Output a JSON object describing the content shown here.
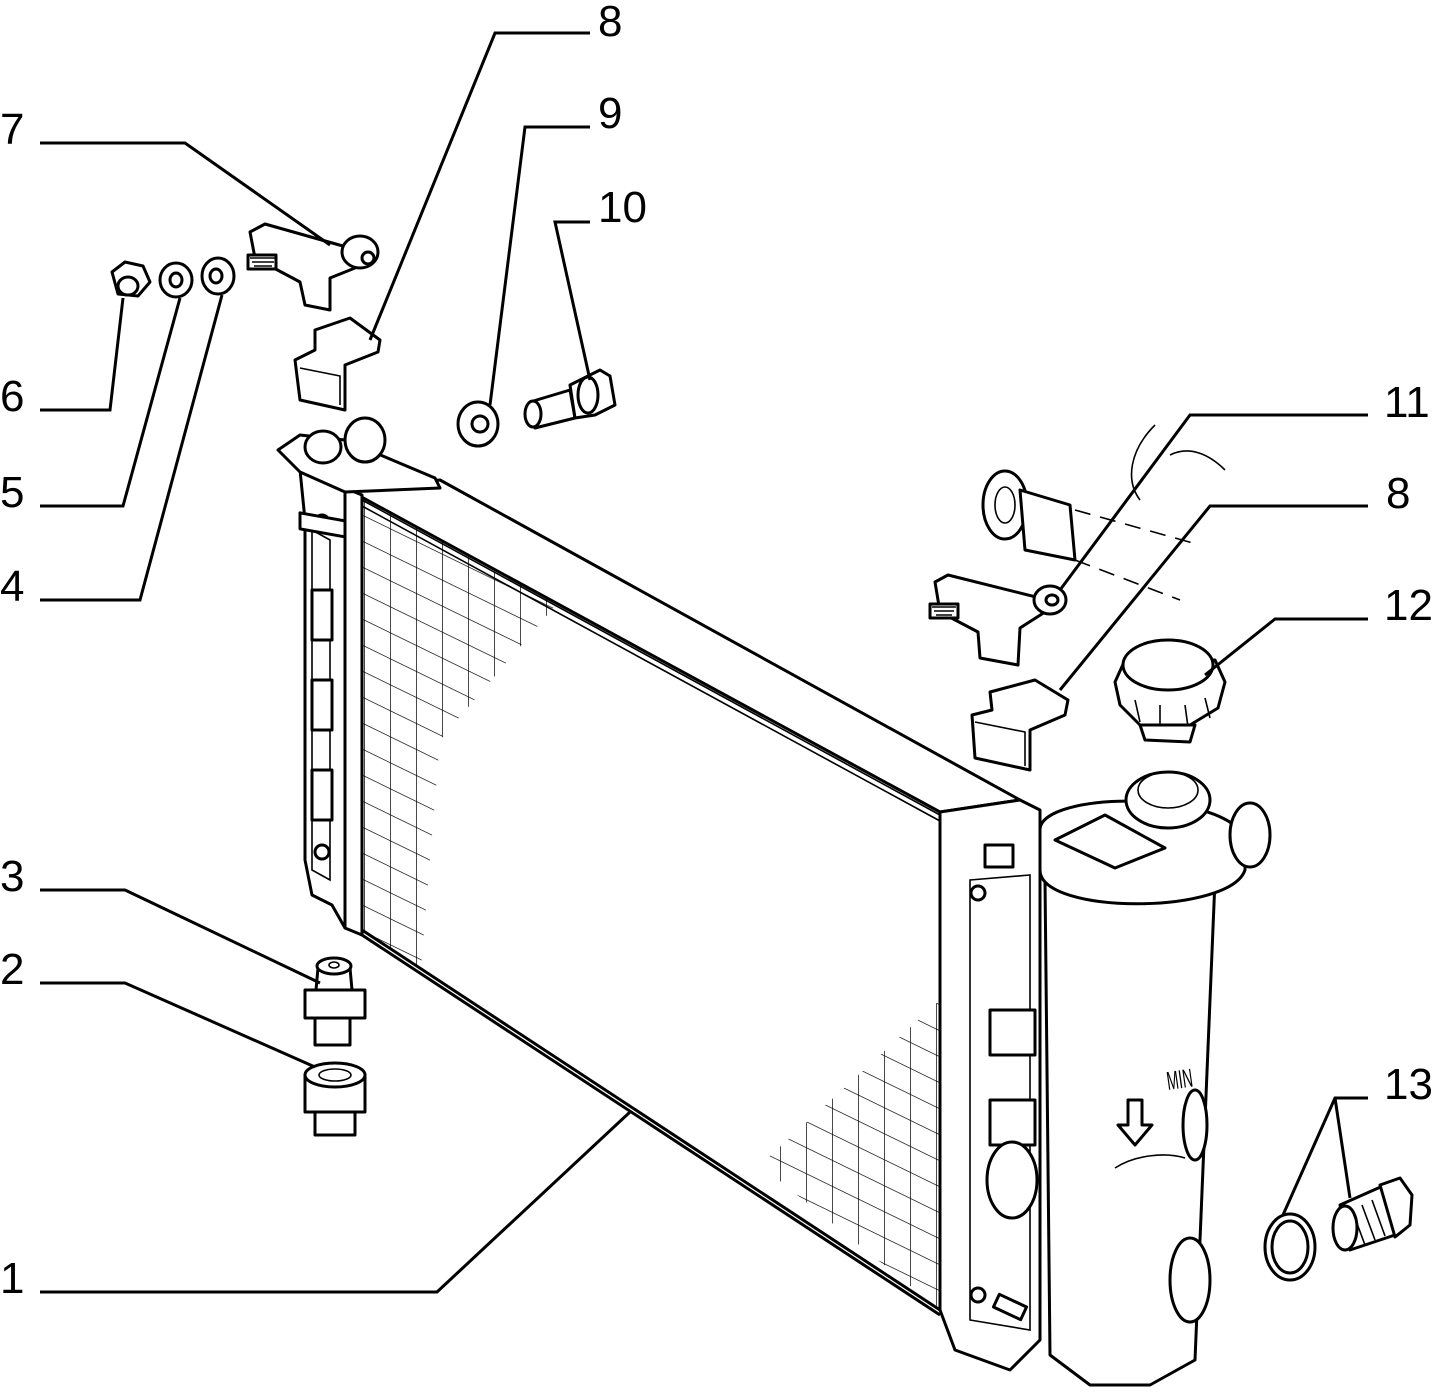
{
  "callouts": [
    {
      "id": "c1",
      "label": "1"
    },
    {
      "id": "c2",
      "label": "2"
    },
    {
      "id": "c3",
      "label": "3"
    },
    {
      "id": "c4",
      "label": "4"
    },
    {
      "id": "c5",
      "label": "5"
    },
    {
      "id": "c6",
      "label": "6"
    },
    {
      "id": "c7",
      "label": "7"
    },
    {
      "id": "c8a",
      "label": "8"
    },
    {
      "id": "c8b",
      "label": "8"
    },
    {
      "id": "c9",
      "label": "9"
    },
    {
      "id": "c10",
      "label": "10"
    },
    {
      "id": "c11",
      "label": "11"
    },
    {
      "id": "c12",
      "label": "12"
    },
    {
      "id": "c13",
      "label": "13"
    }
  ],
  "tank_marking": "MIN"
}
